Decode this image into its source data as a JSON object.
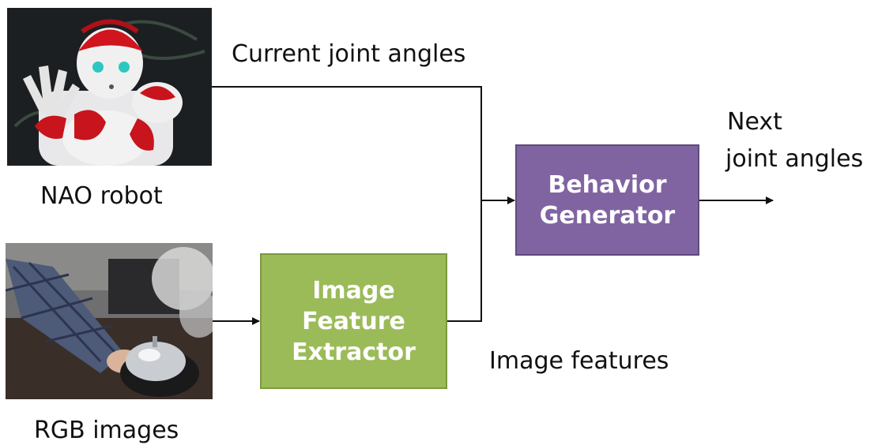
{
  "labels": {
    "robot_caption": "NAO robot",
    "rgb_caption": "RGB images",
    "current_joint_angles": "Current joint angles",
    "image_features": "Image features",
    "next_line1": "Next",
    "next_line2": "joint angles"
  },
  "boxes": {
    "extractor": {
      "lines": [
        "Image",
        "Feature",
        "Extractor"
      ],
      "fill": "#9bbb59",
      "border": "#7a9a3e"
    },
    "behavior": {
      "lines": [
        "Behavior",
        "Generator"
      ],
      "fill": "#8064a2",
      "border": "#5f4a7c"
    }
  },
  "photos": {
    "robot": "nao-robot-photo",
    "rgb": "rgb-camera-view-photo"
  }
}
